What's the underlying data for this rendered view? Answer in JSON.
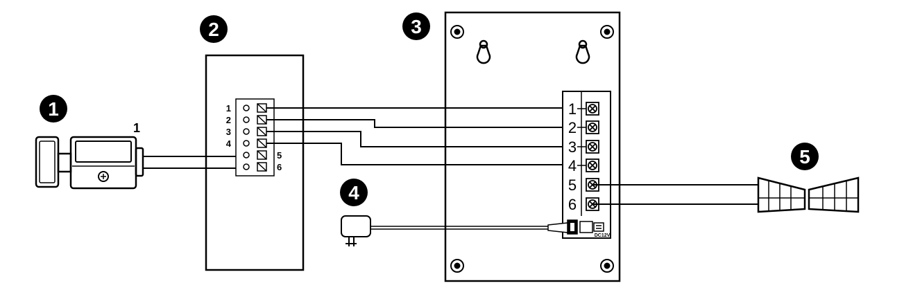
{
  "callouts": [
    "1",
    "2",
    "3",
    "4",
    "5"
  ],
  "camera": {
    "label": "1"
  },
  "distributor": {
    "pins_left": [
      "1",
      "2",
      "3",
      "4"
    ],
    "pins_right": [
      "5",
      "6"
    ]
  },
  "monitor": {
    "terminals": [
      "1",
      "2",
      "3",
      "4",
      "5",
      "6"
    ],
    "power_label": "DC12V"
  }
}
